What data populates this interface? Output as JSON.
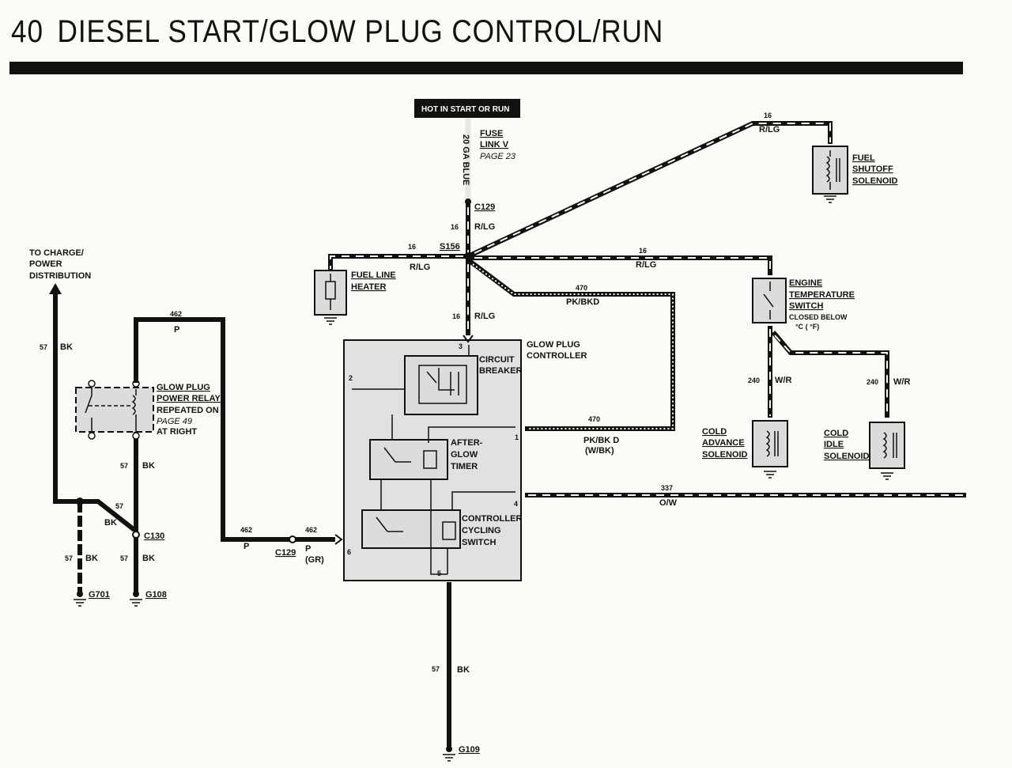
{
  "header": {
    "page_number": "40",
    "title": "DIESEL START/GLOW PLUG CONTROL/RUN"
  },
  "diagram": {
    "hot_label": "HOT IN START OR RUN",
    "fuse": {
      "line1": "FUSE",
      "line2": "LINK V",
      "page": "PAGE 23",
      "wire": "20 GA BLUE"
    },
    "connectors": {
      "c129_top": "C129",
      "s156": "S156",
      "c129_bottom": "C129",
      "c130": "C130"
    },
    "grounds": {
      "g701": "G701",
      "g108": "G108",
      "g109": "G109"
    },
    "components": {
      "fuel_shutoff": [
        "FUEL",
        "SHUTOFF",
        "SOLENOID"
      ],
      "fuel_line_heater": [
        "FUEL LINE",
        "HEATER"
      ],
      "engine_temp": [
        "ENGINE",
        "TEMPERATURE",
        "SWITCH"
      ],
      "engine_temp_note1": "CLOSED BELOW",
      "engine_temp_note2": "°C (  °F)",
      "cold_advance": [
        "COLD",
        "ADVANCE",
        "SOLENOID"
      ],
      "cold_idle": [
        "COLD",
        "IDLE",
        "SOLENOID"
      ],
      "glow_relay": [
        "GLOW PLUG",
        "POWER RELAY",
        "REPEATED ON"
      ],
      "glow_relay_page": "PAGE 49",
      "glow_relay_at": "AT RIGHT",
      "controller": [
        "GLOW PLUG",
        "CONTROLLER"
      ],
      "circuit_breaker": [
        "CIRCUIT",
        "BREAKER"
      ],
      "after_glow": [
        "AFTER-",
        "GLOW",
        "TIMER"
      ],
      "cycling_switch": [
        "CONTROLLER",
        "CYCLING",
        "SWITCH"
      ]
    },
    "to_charge": [
      "TO CHARGE/",
      "POWER",
      "DISTRIBUTION"
    ],
    "pins": [
      "3",
      "2",
      "1",
      "4",
      "6",
      "5"
    ],
    "wires": {
      "g16": "16",
      "rlg": "R/LG",
      "g470": "470",
      "pkbkd": "PK/BKD",
      "pkbk_d": "PK/BK D",
      "wbk": "(W/BK)",
      "g462": "462",
      "p": "P",
      "gr": "(GR)",
      "g57": "57",
      "bk": "BK",
      "g240": "240",
      "wr": "W/R",
      "g337": "337",
      "ow": "O/W"
    }
  }
}
